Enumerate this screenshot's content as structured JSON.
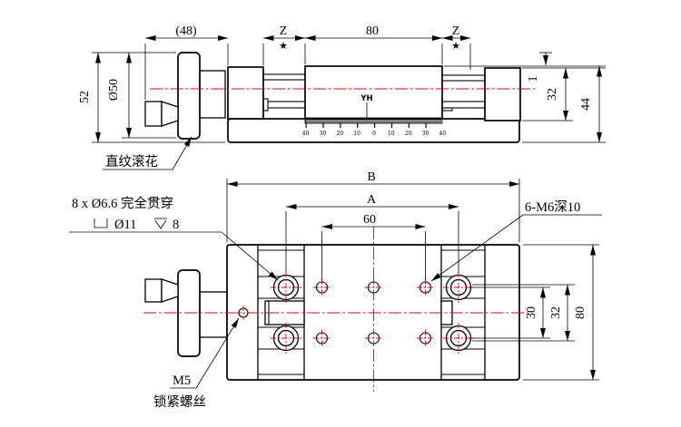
{
  "top_view": {
    "dim_48": "(48)",
    "dim_z_left": "Z",
    "dim_80": "80",
    "dim_z_right": "Z",
    "star": "★",
    "dim_52": "52",
    "dim_dia50": "Ø50",
    "dim_1": "1",
    "dim_32": "32",
    "dim_44": "44",
    "logo": "YH",
    "knurl_note": "直纹滚花",
    "scale_labels": [
      "40",
      "30",
      "20",
      "10",
      "0",
      "10",
      "20",
      "30",
      "40"
    ]
  },
  "plan_view": {
    "dim_B": "B",
    "dim_A": "A",
    "dim_60": "60",
    "dim_30": "30",
    "dim_32": "32",
    "dim_80": "80",
    "thru_hole_note": "8 x Ø6.6 完全贯穿",
    "cbore_dia": "Ø11",
    "cbore_depth": "8",
    "tap_note": "6-M6深10",
    "m5_label": "M5",
    "m5_name": "锁紧螺丝"
  },
  "colors": {
    "outline": "#000000",
    "centerline": "#e8001c"
  }
}
